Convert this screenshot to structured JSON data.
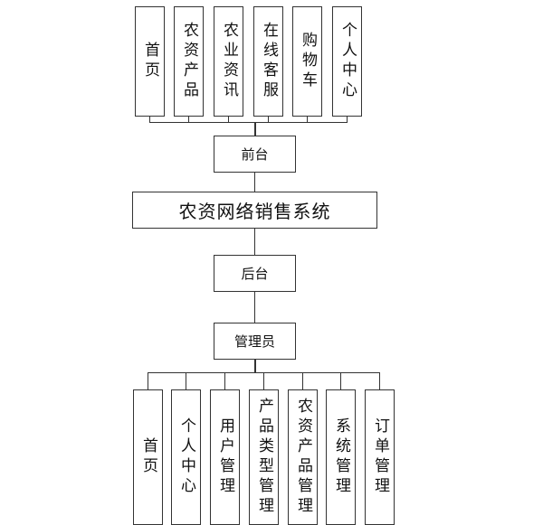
{
  "frontend_modules": [
    "首页",
    "农资产品",
    "农业资讯",
    "在线客服",
    "购物车",
    "个人中心"
  ],
  "frontend_label": "前台",
  "system_title": "农资网络销售系统",
  "backend_label": "后台",
  "admin_label": "管理员",
  "admin_modules": [
    "首页",
    "个人中心",
    "用户管理",
    "产品类型管理",
    "农资产品管理",
    "系统管理",
    "订单管理"
  ]
}
